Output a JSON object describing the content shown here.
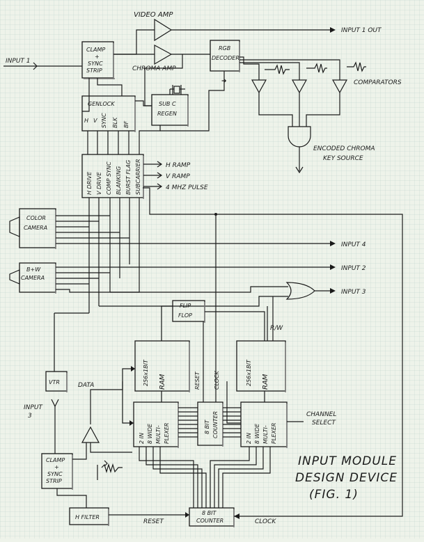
{
  "labels": {
    "video_amp": "VIDEO AMP",
    "input1_out": "INPUT 1 OUT",
    "input1": "INPUT 1",
    "clamp_sync_strip": [
      "CLAMP",
      "+",
      "SYNC",
      "STRIP"
    ],
    "chroma_amp": "CHROMA AMP",
    "rgb_decoder": [
      "RGB",
      "DECODER"
    ],
    "comparators": "COMPARATORS",
    "genlock": "GENLOCK",
    "genlock_outputs": [
      "H",
      "V",
      "SYNC",
      "BLK",
      "BF"
    ],
    "subc_regen": [
      "SUB C",
      "REGEN"
    ],
    "encoded_chroma": [
      "ENCODED CHROMA",
      "KEY SOURCE"
    ],
    "sync_gen_outputs": [
      "H DRIVE",
      "V DRIVE",
      "COMP SYNC",
      "BLANKING",
      "BURST FLAG",
      "SUBCARRIER"
    ],
    "h_ramp": "H RAMP",
    "v_ramp": "V RAMP",
    "pulse_4mhz": "4 MHZ PULSE",
    "color_camera": [
      "COLOR",
      "CAMERA"
    ],
    "bw_camera": [
      "B+W",
      "CAMERA"
    ],
    "input4": "INPUT 4",
    "input2": "INPUT 2",
    "input3_out": "INPUT 3",
    "flip_flop": [
      "FLIP",
      "FLOP"
    ],
    "ram": [
      "256x1BIT",
      "RAM"
    ],
    "rw": "R/W",
    "vtr": "VTR",
    "data": "DATA",
    "reset": "RESET",
    "clock": "CLOCK",
    "input3_in": [
      "INPUT",
      "3"
    ],
    "multiplexer": [
      "2 IN",
      "8 WIDE",
      "MULTI-",
      "PLEXER"
    ],
    "counter_8bit": [
      "8 BIT",
      "COUNTER"
    ],
    "channel_select": [
      "CHANNEL",
      "SELECT"
    ],
    "h_filter": "H FILTER",
    "bottom_reset": "RESET",
    "bottom_clock": "CLOCK",
    "title": [
      "INPUT MODULE",
      "DESIGN DEVICE",
      "(FIG. 1)"
    ]
  }
}
